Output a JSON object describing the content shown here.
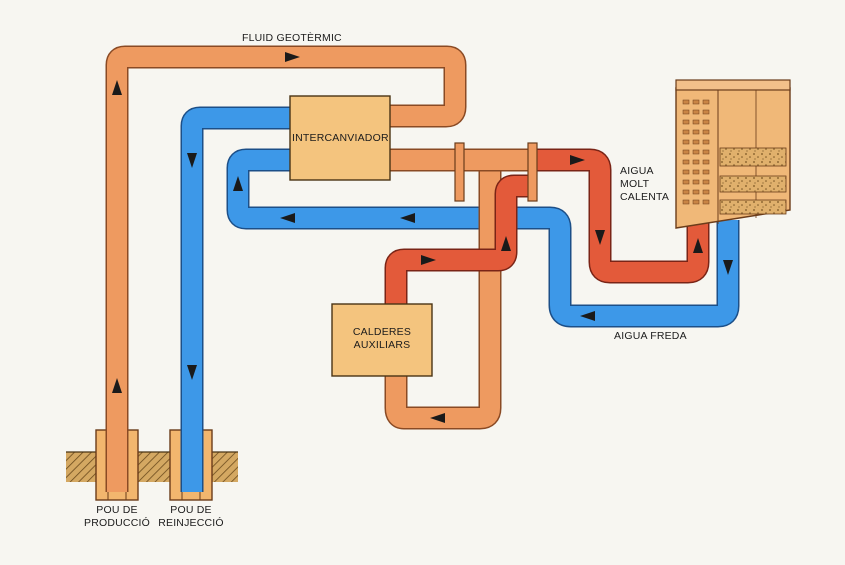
{
  "labels": {
    "geothermal_fluid": "FLUID GEOTÈRMIC",
    "heat_exchanger": "INTERCANVIADOR",
    "very_hot_water_line1": "AIGUA",
    "very_hot_water_line2": "MOLT",
    "very_hot_water_line3": "CALENTA",
    "cold_water": "AIGUA FREDA",
    "aux_boilers_line1": "CALDERES",
    "aux_boilers_line2": "AUXILIARS",
    "production_well_line1": "POU DE",
    "production_well_line2": "PRODUCCIÓ",
    "reinjection_well_line1": "POU DE",
    "reinjection_well_line2": "REINJECCIÓ"
  },
  "colors": {
    "hot_fluid": "#ee9a60",
    "hot_fluid_edge": "#8a4a24",
    "cold_fluid": "#3d98e8",
    "cold_fluid_edge": "#1c4f88",
    "very_hot_fluid": "#e35a3a",
    "very_hot_fluid_edge": "#7a2416",
    "box_fill": "#f4c47e",
    "ground": "#c99a55"
  }
}
